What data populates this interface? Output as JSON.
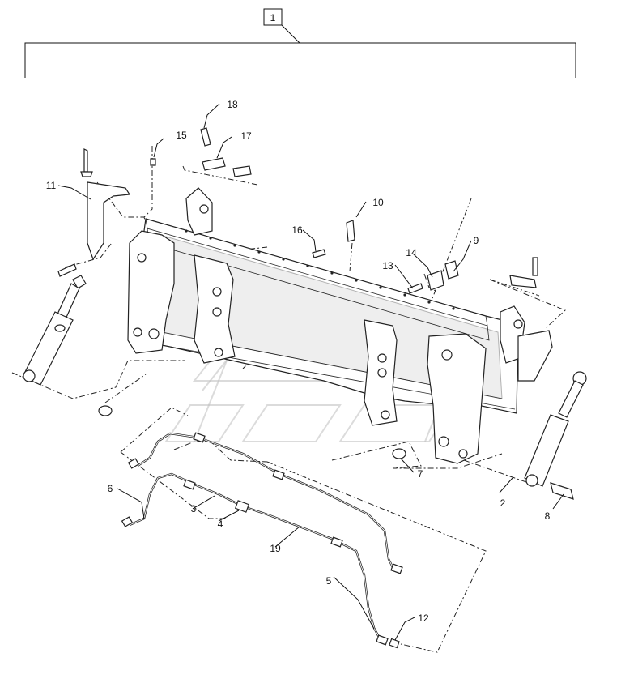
{
  "assembly": {
    "number": "1"
  },
  "callouts": [
    {
      "id": "c2",
      "label": "2"
    },
    {
      "id": "c3",
      "label": "3"
    },
    {
      "id": "c4",
      "label": "4"
    },
    {
      "id": "c5",
      "label": "5"
    },
    {
      "id": "c6",
      "label": "6"
    },
    {
      "id": "c7",
      "label": "7"
    },
    {
      "id": "c8",
      "label": "8"
    },
    {
      "id": "c9",
      "label": "9"
    },
    {
      "id": "c10",
      "label": "10"
    },
    {
      "id": "c11",
      "label": "11"
    },
    {
      "id": "c12",
      "label": "12"
    },
    {
      "id": "c13",
      "label": "13"
    },
    {
      "id": "c14",
      "label": "14"
    },
    {
      "id": "c15",
      "label": "15"
    },
    {
      "id": "c16",
      "label": "16"
    },
    {
      "id": "c17",
      "label": "17"
    },
    {
      "id": "c18",
      "label": "18"
    },
    {
      "id": "c19",
      "label": "19"
    }
  ]
}
